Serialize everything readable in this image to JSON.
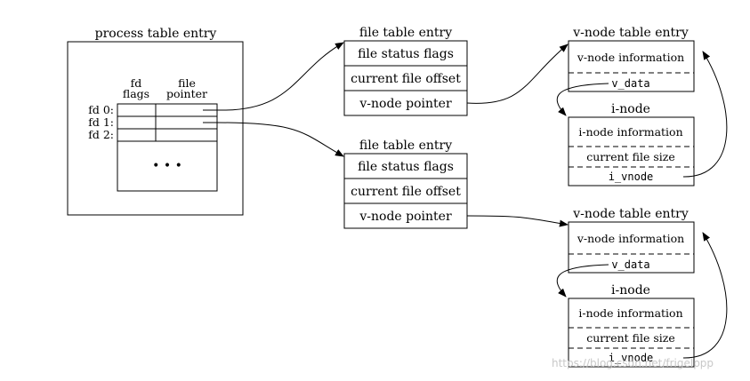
{
  "process_table": {
    "title": "process table entry",
    "col_fd_flags": [
      "fd",
      "flags"
    ],
    "col_file_pointer": [
      "file",
      "pointer"
    ],
    "rows": [
      "fd 0:",
      "fd 1:",
      "fd 2:"
    ],
    "ellipsis": "• • •"
  },
  "file_tables": [
    {
      "title": "file table entry",
      "fields": [
        "file status flags",
        "current file offset",
        "v-node pointer"
      ]
    },
    {
      "title": "file table entry",
      "fields": [
        "file status flags",
        "current file offset",
        "v-node pointer"
      ]
    }
  ],
  "vnode_tables": [
    {
      "title": "v-node table entry",
      "info": "v-node information",
      "data": "v_data",
      "inode_title": "i-node",
      "inode_info": "i-node information",
      "inode_size": "current file size",
      "inode_vnode": "i_vnode"
    },
    {
      "title": "v-node table entry",
      "info": "v-node information",
      "data": "v_data",
      "inode_title": "i-node",
      "inode_info": "i-node information",
      "inode_size": "current file size",
      "inode_vnode": "i_vnode"
    }
  ],
  "watermark": "https://blog.csdn.net/frigelppp"
}
